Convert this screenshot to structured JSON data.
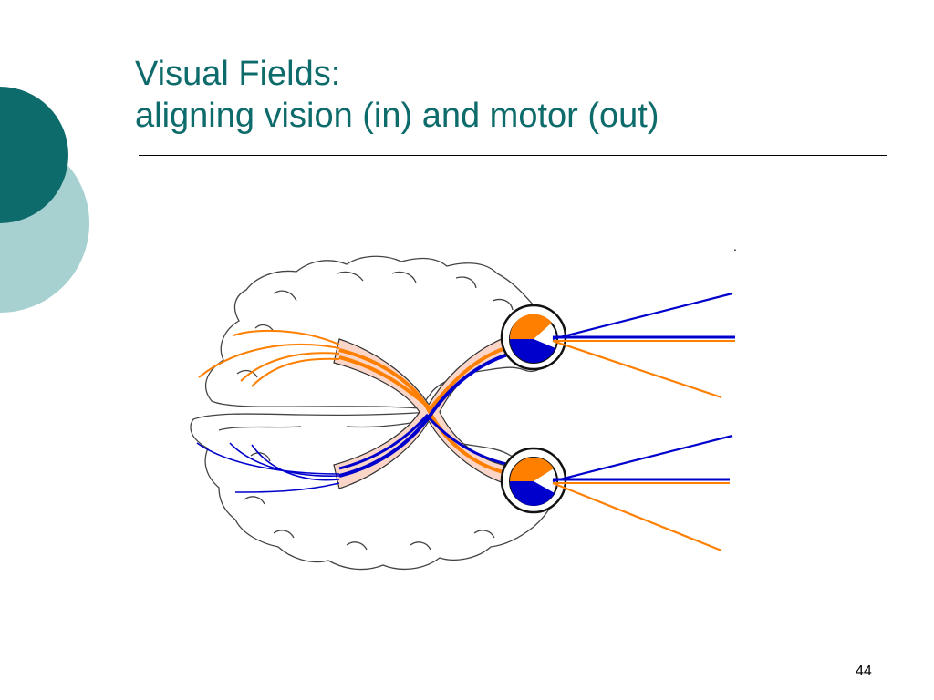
{
  "slide": {
    "title_line1": "Visual Fields:",
    "title_line2": "aligning vision (in) and motor (out)",
    "dot": ".",
    "number": "44"
  },
  "colors": {
    "title": "#0e6b6b",
    "deco_dark": "#0e6b6b",
    "deco_light": "#a7d0d0",
    "orange": "#ff7f00",
    "blue": "#0000cc",
    "nerve_fill": "#fbd6c8"
  },
  "diagram": {
    "icons": [
      "brain-outline-icon",
      "optic-nerve-icon",
      "left-eye-icon",
      "right-eye-icon",
      "sight-lines-icon"
    ]
  }
}
